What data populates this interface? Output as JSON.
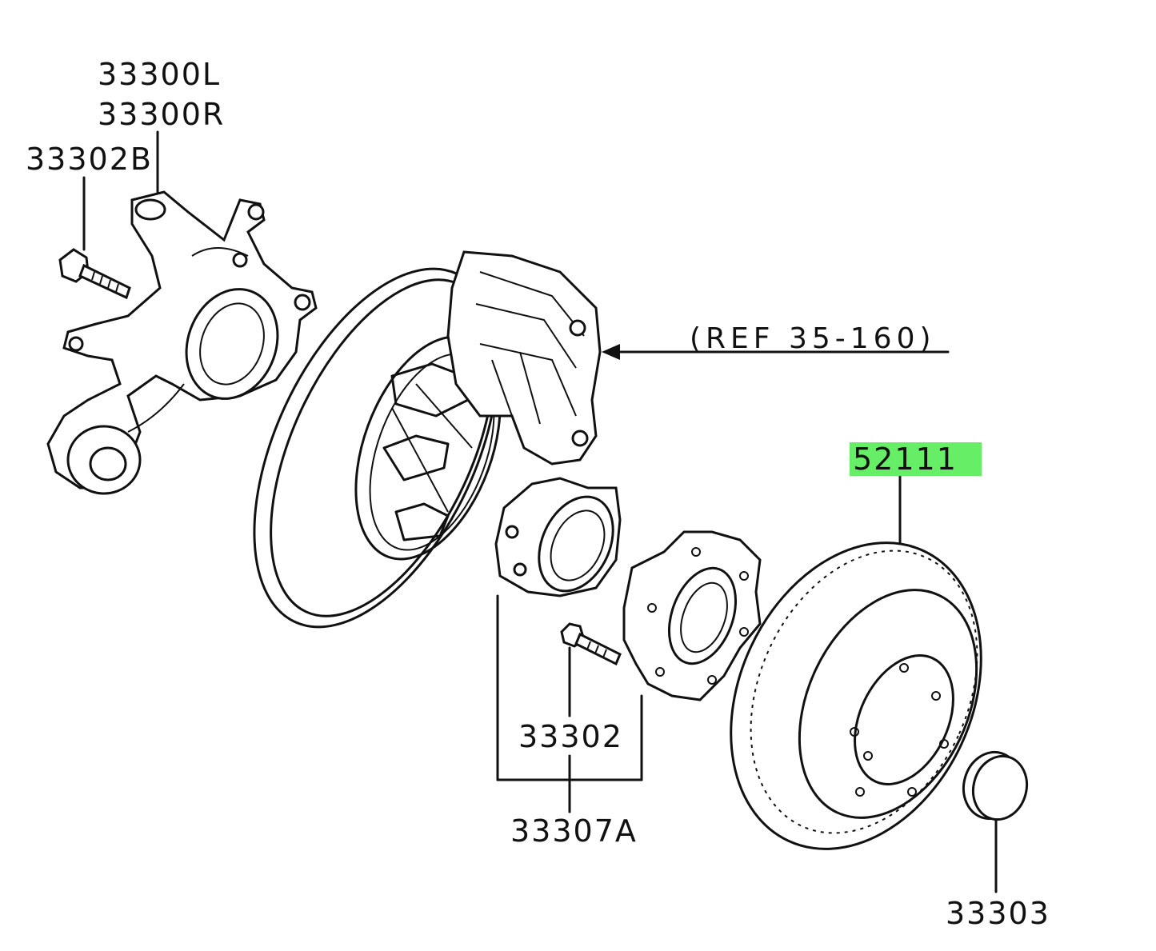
{
  "labels": {
    "knuckle_l": "33300L",
    "knuckle_r": "33300R",
    "bolt_b": "33302B",
    "ref": "(REF 35-160)",
    "rotor": "52111",
    "stud": "33302",
    "hub_assy": "33307A",
    "cap": "33303"
  },
  "colors": {
    "highlight": "#66ee66",
    "line": "#111111"
  }
}
